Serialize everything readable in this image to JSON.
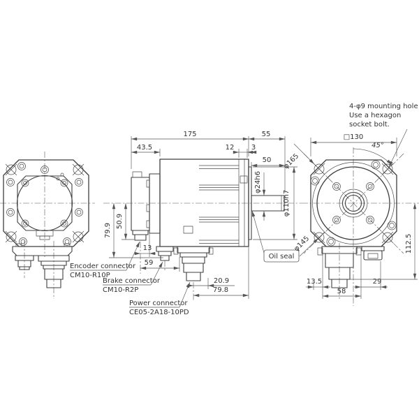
{
  "colors": {
    "line": "#3f3f3f",
    "dim_line": "#555555",
    "text": "#333333",
    "background": "#ffffff"
  },
  "notes": {
    "mounting_hole": {
      "line1": "4-φ9 mounting hole",
      "line2": "Use a hexagon",
      "line3": "socket bolt."
    },
    "oil_seal": "Oil seal"
  },
  "connector_labels": {
    "encoder": {
      "title": "Encoder connector",
      "model": "CM10-R10P"
    },
    "brake": {
      "title": "Brake connector",
      "model": "CM10-R2P"
    },
    "power": {
      "title": "Power connector",
      "model": "CE05-2A18-10PD"
    }
  },
  "side_view_dimensions": {
    "total_length": "175",
    "shaft_section": "55",
    "encoder_section": "43.5",
    "flange_width": "12",
    "seal_cover_width": "3",
    "shaft_length": "50",
    "shaft_diameter": "φ24h6",
    "pilot_diameter": "φ110h7",
    "connector_depth_outer": "79.9",
    "connector_depth_inner": "50.9",
    "connector_offset": "13",
    "connector_pitch": "59",
    "power_connector_offset": "20.9",
    "power_connector_to_flange": "79.8"
  },
  "front_view_dimensions": {
    "flange_square": "□130",
    "mounting_hole_angle": "45°",
    "flange_diagonal": "φ165",
    "bolt_circle_diameter": "φ145",
    "center_to_bottom": "112.5",
    "connector_left_offset": "13.5",
    "connector_right_offset": "29",
    "connector_width": "58"
  }
}
